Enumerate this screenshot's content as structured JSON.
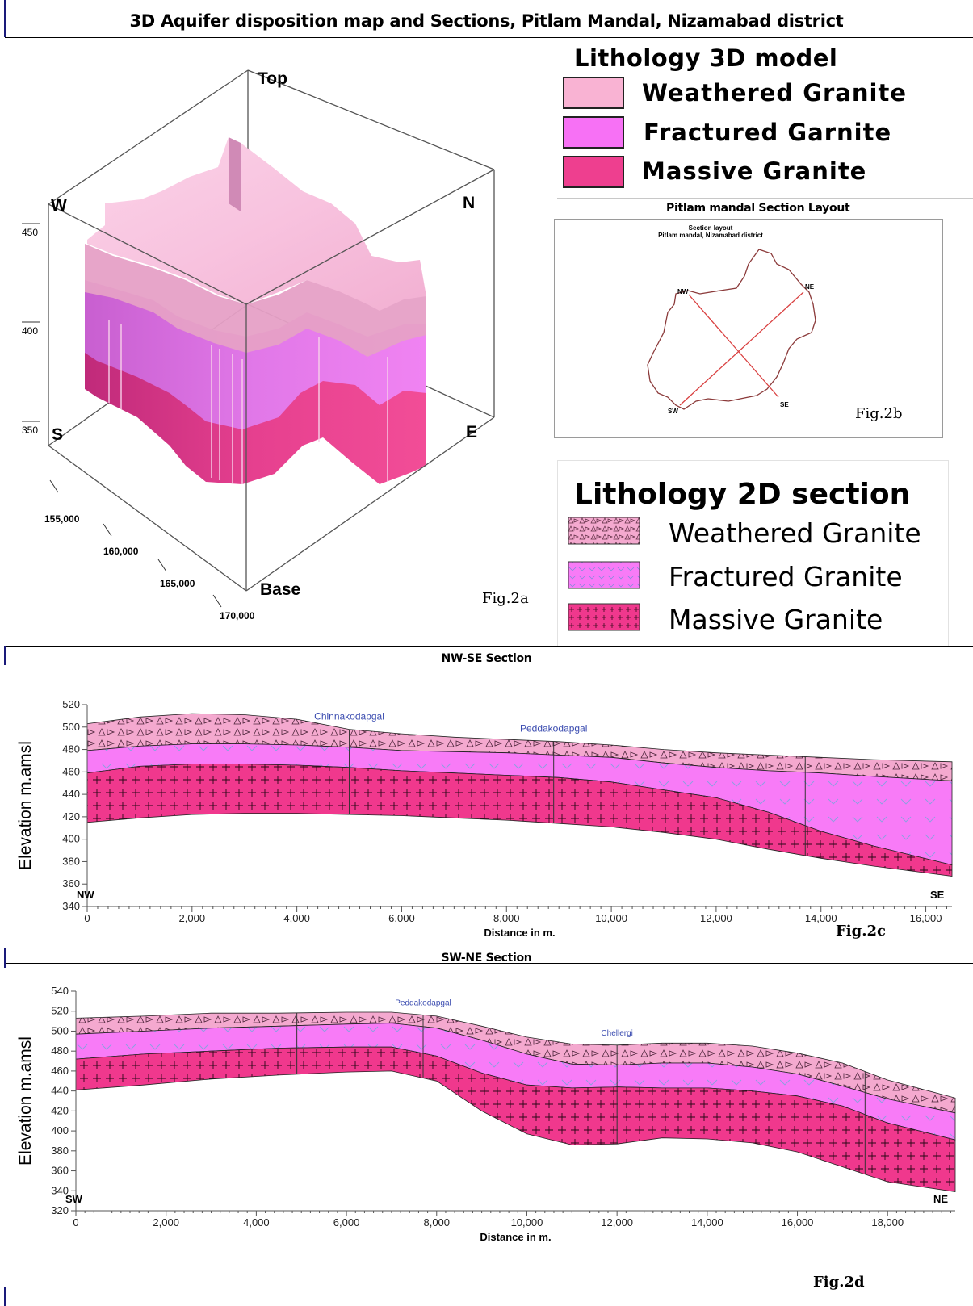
{
  "title": "3D Aquifer disposition map and Sections, Pitlam Mandal, Nizamabad district",
  "model3d": {
    "directions": {
      "top": "Top",
      "base": "Base",
      "w": "W",
      "n": "N",
      "s": "S",
      "e": "E"
    },
    "z_ticks": [
      "450",
      "400",
      "350"
    ],
    "x_ticks": [
      "155,000",
      "160,000",
      "165,000",
      "170,000"
    ],
    "fig_label": "Fig.2a"
  },
  "legend3d": {
    "title": "Lithology 3D model",
    "items": [
      {
        "label": "Weathered Granite",
        "color": "#f9b3d3"
      },
      {
        "label": "Fractured Garnite",
        "color": "#f771f5"
      },
      {
        "label": "Massive Granite",
        "color": "#ee3f8f"
      }
    ]
  },
  "layout_map": {
    "heading": "Pitlam mandal Section Layout",
    "sub1": "Section layout",
    "sub2": "Pitlam mandal, Nizamabad district",
    "points": {
      "nw": "NW",
      "ne": "NE",
      "sw": "SW",
      "se": "SE"
    },
    "fig_label": "Fig.2b"
  },
  "legend2d": {
    "title": "Lithology 2D section",
    "items": [
      {
        "label": "Weathered Granite",
        "color": "#f4a9cf"
      },
      {
        "label": "Fractured Granite",
        "color": "#f87bf7"
      },
      {
        "label": "Massive Granite",
        "color": "#f0388d"
      }
    ]
  },
  "chart_data": [
    {
      "type": "area",
      "title": "NW-SE Section",
      "xlabel": "Distance in m.",
      "ylabel": "Elevation m.amsl",
      "xlim": [
        0,
        16500
      ],
      "ylim": [
        340,
        520
      ],
      "x_ticks": [
        0,
        2000,
        4000,
        6000,
        8000,
        10000,
        12000,
        14000,
        16000
      ],
      "y_ticks": [
        340,
        360,
        380,
        400,
        420,
        440,
        460,
        480,
        500,
        520
      ],
      "end_labels": [
        "NW",
        "SE"
      ],
      "villages": [
        {
          "name": "Chinnakodapgal",
          "x": 5000
        },
        {
          "name": "Peddakodapgal",
          "x": 8900
        }
      ],
      "wells_x": [
        5000,
        8900,
        13700
      ],
      "x": [
        0,
        1000,
        2000,
        3000,
        4000,
        5000,
        6000,
        7000,
        8000,
        9000,
        10000,
        11000,
        12000,
        13000,
        14000,
        15000,
        16500
      ],
      "series": [
        {
          "name": "Weathered Granite",
          "values": [
            503,
            509,
            512,
            511,
            507,
            498,
            494,
            491,
            489,
            487,
            484,
            480,
            477,
            475,
            473,
            471,
            469
          ]
        },
        {
          "name": "Fractured Granite",
          "values": [
            479,
            483,
            485,
            485,
            484,
            482,
            479,
            478,
            477,
            475,
            473,
            468,
            464,
            461,
            459,
            456,
            452
          ]
        },
        {
          "name": "Massive Granite",
          "values": [
            459,
            465,
            467,
            467,
            466,
            464,
            461,
            459,
            457,
            455,
            451,
            444,
            437,
            424,
            407,
            394,
            377
          ]
        },
        {
          "name": "Base",
          "values": [
            415,
            419,
            422,
            423,
            423,
            422,
            421,
            419,
            417,
            414,
            411,
            406,
            400,
            391,
            383,
            376,
            367
          ]
        }
      ],
      "fig_label": "Fig.2c"
    },
    {
      "type": "area",
      "title": "SW-NE Section",
      "xlabel": "Distance in m.",
      "ylabel": "Elevation m.amsl",
      "xlim": [
        0,
        19500
      ],
      "ylim": [
        320,
        540
      ],
      "x_ticks": [
        0,
        2000,
        4000,
        6000,
        8000,
        10000,
        12000,
        14000,
        16000,
        18000
      ],
      "y_ticks": [
        320,
        340,
        360,
        380,
        400,
        420,
        440,
        460,
        480,
        500,
        520,
        540
      ],
      "end_labels": [
        "SW",
        "NE"
      ],
      "villages": [
        {
          "name": "Peddakodapgal",
          "x": 7700
        },
        {
          "name": "Chellergi",
          "x": 12000
        }
      ],
      "wells_x": [
        4900,
        7700,
        12000,
        17500
      ],
      "x": [
        0,
        1500,
        3000,
        4500,
        6000,
        7000,
        8000,
        9000,
        10000,
        11000,
        12000,
        13000,
        14000,
        15000,
        16000,
        17000,
        18000,
        19500
      ],
      "series": [
        {
          "name": "Weathered Granite",
          "values": [
            513,
            515,
            518,
            518,
            519,
            519,
            515,
            505,
            494,
            487,
            486,
            488,
            488,
            485,
            478,
            468,
            451,
            433
          ]
        },
        {
          "name": "Fractured Granite",
          "values": [
            497,
            500,
            503,
            505,
            507,
            508,
            503,
            491,
            477,
            467,
            466,
            468,
            468,
            464,
            457,
            445,
            432,
            418
          ]
        },
        {
          "name": "Massive Granite",
          "values": [
            472,
            477,
            480,
            483,
            484,
            484,
            475,
            458,
            446,
            443,
            444,
            443,
            443,
            440,
            435,
            425,
            408,
            391
          ]
        },
        {
          "name": "Base",
          "values": [
            441,
            446,
            452,
            456,
            459,
            460,
            450,
            420,
            397,
            386,
            387,
            393,
            392,
            388,
            379,
            364,
            349,
            339
          ]
        }
      ],
      "fig_label": "Fig.2d"
    }
  ]
}
